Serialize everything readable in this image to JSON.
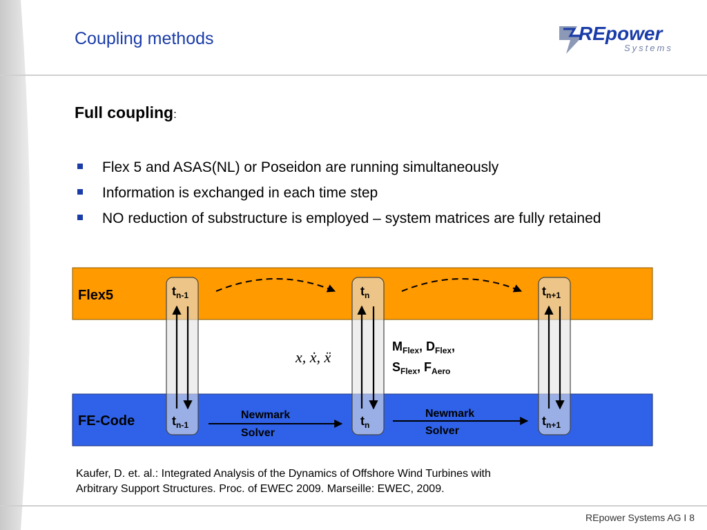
{
  "slide": {
    "title": "Coupling methods",
    "logo_text": "REpower",
    "logo_subtext": "Systems",
    "heading": "Full coupling",
    "heading_suffix": ":",
    "bullets": [
      "Flex 5 and ASAS(NL) or Poseidon are running simultaneously",
      "Information is exchanged in each time step",
      "NO reduction of substructure is employed – system matrices are fully retained"
    ],
    "citation": [
      "Kaufer, D. et. al.: Integrated Analysis of the Dynamics of Offshore Wind Turbines with",
      "Arbitrary Support Structures. Proc. of EWEC 2009. Marseille: EWEC, 2009."
    ],
    "footer": "REpower Systems AG  I 8"
  },
  "diagram": {
    "top_band_label": "Flex5",
    "bottom_band_label": "FE-Code",
    "time_steps": [
      {
        "base": "t",
        "sub": "n-1"
      },
      {
        "base": "t",
        "sub": "n"
      },
      {
        "base": "t",
        "sub": "n+1"
      }
    ],
    "solver_label_line1": "Newmark",
    "solver_label_line2": "Solver",
    "state_vars": "x, ẋ, ẍ",
    "matrices": {
      "m": "M",
      "m_sub": "Flex",
      "d": "D",
      "d_sub": "Flex",
      "s": "S",
      "s_sub": "Flex",
      "f": "F",
      "f_sub": "Aero"
    },
    "colors": {
      "top_band": "#ff9a00",
      "bottom_band": "#2f62e8",
      "column": "#e2e2e2",
      "title": "#1a3ca8"
    }
  }
}
